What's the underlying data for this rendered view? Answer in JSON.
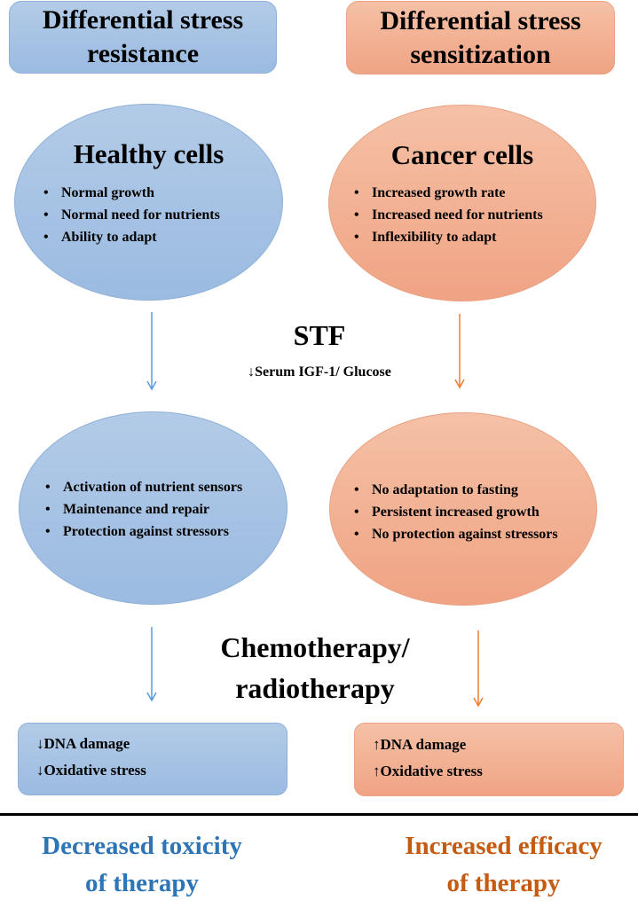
{
  "colors": {
    "blue_fill": "#a6c3e5",
    "orange_fill": "#f3b295",
    "blue_arrow": "#5b9bd5",
    "orange_arrow": "#ed7d31",
    "blue_text": "#2e75b6",
    "orange_text": "#c55a11"
  },
  "left_header": {
    "line1": "Differential stress",
    "line2": "resistance"
  },
  "right_header": {
    "line1": "Differential stress",
    "line2": "sensitization"
  },
  "healthy_cells": {
    "title": "Healthy cells",
    "items": [
      "Normal growth",
      "Normal need for nutrients",
      "Ability to adapt"
    ]
  },
  "cancer_cells": {
    "title": "Cancer cells",
    "items": [
      "Increased growth rate",
      "Increased need for nutrients",
      "Inflexibility to adapt"
    ]
  },
  "stf": {
    "title": "STF",
    "subtitle": "↓Serum IGF-1/ Glucose"
  },
  "healthy_fasting": {
    "items": [
      "Activation of nutrient sensors",
      "Maintenance and repair",
      "Protection against stressors"
    ]
  },
  "cancer_fasting": {
    "items": [
      "No adaptation to fasting",
      "Persistent increased growth",
      "No protection against stressors"
    ]
  },
  "therapy": {
    "line1": "Chemotherapy/",
    "line2": "radiotherapy"
  },
  "healthy_result": {
    "items": [
      "↓DNA damage",
      "↓Oxidative stress"
    ]
  },
  "cancer_result": {
    "items": [
      "↑DNA damage",
      "↑Oxidative stress"
    ]
  },
  "left_outcome": {
    "line1": "Decreased toxicity",
    "line2": "of therapy"
  },
  "right_outcome": {
    "line1": "Increased efficacy",
    "line2": "of therapy"
  }
}
